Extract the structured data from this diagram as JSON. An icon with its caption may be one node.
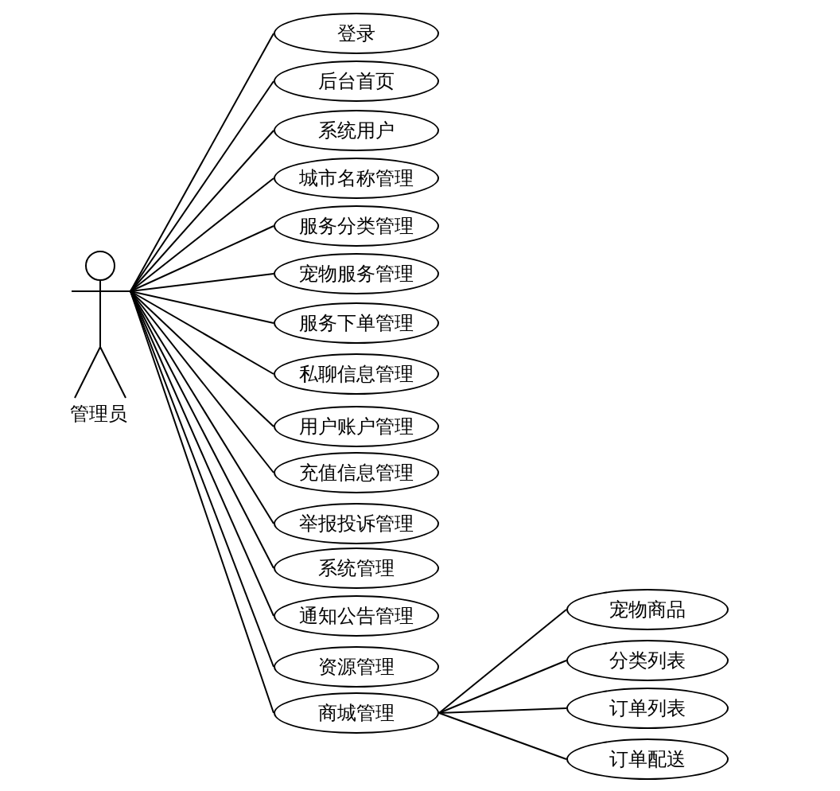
{
  "diagram": {
    "nodes": [
      {
        "text": [
          "管理员"
        ]
      },
      {
        "text": [
          "登录"
        ]
      },
      {
        "text": [
          "后台首页"
        ]
      },
      {
        "text": [
          "系统用户"
        ]
      },
      {
        "text": [
          "城市名称管理"
        ]
      },
      {
        "text": [
          "服务分类管理"
        ]
      },
      {
        "text": [
          "宠物服务管理"
        ]
      },
      {
        "text": [
          "服务下单管理"
        ]
      },
      {
        "text": [
          "私聊信息管理"
        ]
      },
      {
        "text": [
          "用户账户管理"
        ]
      },
      {
        "text": [
          "充值信息管理"
        ]
      },
      {
        "text": [
          "举报投诉管理"
        ]
      },
      {
        "text": [
          "系统管理"
        ]
      },
      {
        "text": [
          "通知公告管理"
        ]
      },
      {
        "text": [
          "资源管理"
        ]
      },
      {
        "text": [
          "商城管理"
        ]
      },
      {
        "text": [
          "宠物商品"
        ]
      },
      {
        "text": [
          "分类列表"
        ]
      },
      {
        "text": [
          "订单列表"
        ]
      },
      {
        "text": [
          "订单配送"
        ]
      }
    ],
    "edges": [
      {
        "from": 0,
        "to": 1,
        "arrow": "none"
      },
      {
        "from": 0,
        "to": 2,
        "arrow": "none"
      },
      {
        "from": 0,
        "to": 3,
        "arrow": "none"
      },
      {
        "from": 0,
        "to": 4,
        "arrow": "none"
      },
      {
        "from": 0,
        "to": 5,
        "arrow": "none"
      },
      {
        "from": 0,
        "to": 6,
        "arrow": "none"
      },
      {
        "from": 0,
        "to": 7,
        "arrow": "none"
      },
      {
        "from": 0,
        "to": 8,
        "arrow": "none"
      },
      {
        "from": 0,
        "to": 9,
        "arrow": "none"
      },
      {
        "from": 0,
        "to": 10,
        "arrow": "none"
      },
      {
        "from": 0,
        "to": 11,
        "arrow": "none"
      },
      {
        "from": 0,
        "to": 12,
        "arrow": "none"
      },
      {
        "from": 0,
        "to": 13,
        "arrow": "none"
      },
      {
        "from": 0,
        "to": 14,
        "arrow": "none"
      },
      {
        "from": 0,
        "to": 15,
        "arrow": "none"
      },
      {
        "from": 15,
        "to": 16,
        "arrow": "none"
      },
      {
        "from": 15,
        "to": 17,
        "arrow": "none"
      },
      {
        "from": 15,
        "to": 18,
        "arrow": "none"
      },
      {
        "from": 15,
        "to": 19,
        "arrow": "none"
      }
    ]
  }
}
